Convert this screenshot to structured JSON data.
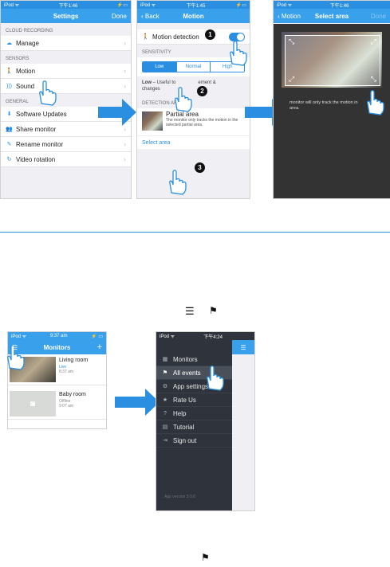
{
  "screen1": {
    "status_left": "iPod ᯤ",
    "status_time": "下午1:46",
    "status_right": "⚡▭",
    "title": "Settings",
    "done": "Done",
    "section_cloud": "CLOUD RECORDING",
    "manage": "Manage",
    "section_sensors": "SENSORS",
    "motion": "Motion",
    "sound": "Sound",
    "section_general": "GENERAL",
    "software_updates": "Software Updates",
    "share_monitor": "Share monitor",
    "rename_monitor": "Rename monitor",
    "video_rotation": "Video rotation"
  },
  "screen2": {
    "status_left": "iPod ᯤ",
    "status_time": "下午1:45",
    "status_right": "⚡▭",
    "back": "Back",
    "title": "Motion",
    "motion_detection": "Motion detection",
    "section_sensitivity": "SENSITIVITY",
    "sens_low": "Low",
    "sens_normal": "Normal",
    "sens_high": "High",
    "sens_desc_bold": "Low",
    "sens_desc_a": " – Useful to",
    "sens_desc_b": "ement &",
    "sens_desc_c": "changes",
    "section_detection": "DETECTION AREA",
    "partial_title": "Partial area",
    "partial_desc": "The monitor only tracks the motion in the selected partial area.",
    "select_area": "Select area"
  },
  "screen3": {
    "status_left": "iPod ᯤ",
    "status_time": "下午1:46",
    "back": "Motion",
    "title": "Select area",
    "done": "Done",
    "caption_a": "monitor will only track the motion in",
    "caption_b": "area."
  },
  "screen4": {
    "status_left": "iPod ᯤ",
    "status_time": "9:37 am",
    "status_right": "⚡ ▭",
    "title": "Monitors",
    "monitors": [
      {
        "name": "Living room",
        "status": "Live",
        "time": "8:37 am"
      },
      {
        "name": "Baby room",
        "status": "Offline",
        "time": "9:07 am"
      }
    ]
  },
  "screen5": {
    "status_left": "iPod ᯤ",
    "status_time": "下午4:24",
    "items": [
      {
        "icon": "▦",
        "label": "Monitors"
      },
      {
        "icon": "⚑",
        "label": "All events"
      },
      {
        "icon": "⚙",
        "label": "App settings"
      },
      {
        "icon": "★",
        "label": "Rate Us"
      },
      {
        "icon": "?",
        "label": "Help"
      },
      {
        "icon": "▤",
        "label": "Tutorial"
      },
      {
        "icon": "⇥",
        "label": "Sign out"
      }
    ],
    "version": "App version 3.0.0"
  },
  "badges": {
    "one": "1",
    "two": "2",
    "three": "3"
  },
  "legend_icons": {
    "menu": "☰",
    "flag": "⚑"
  },
  "colors": {
    "accent": "#2a8fe0",
    "menu_bg": "#2f343c"
  }
}
